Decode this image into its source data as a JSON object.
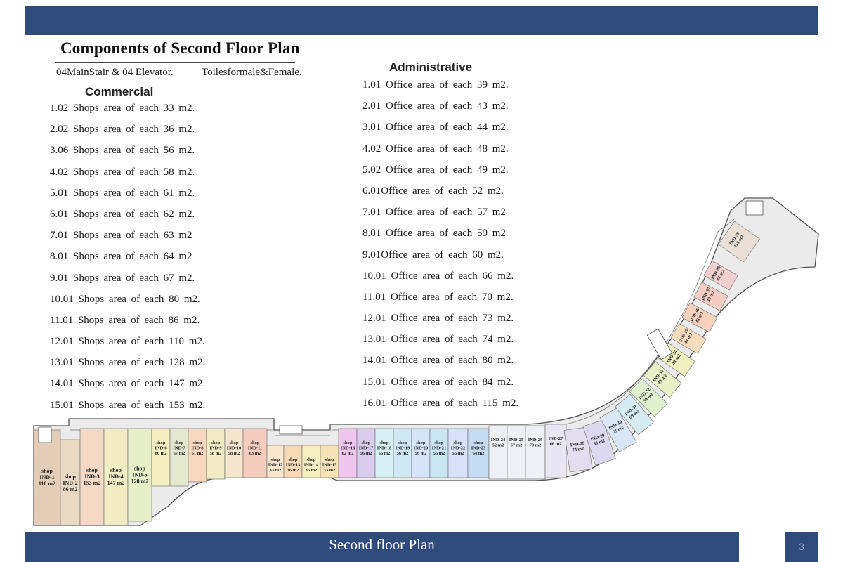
{
  "title": "Components of Second Floor Plan",
  "general": {
    "stairs": "04MainStair & 04 Elevator.",
    "toilets": "Toilesformale&Female."
  },
  "commercial": {
    "heading": "Commercial",
    "items": [
      "1.02 Shops area of each 33 m2.",
      "2.02 Shops area of each 36 m2.",
      "3.06 Shops area of each 56 m2.",
      "4.02 Shops area of each 58 m2.",
      "5.01 Shops area of each 61 m2.",
      "6.01 Shops area of each 62 m2.",
      "7.01 Shops area of each 63 m2",
      "8.01 Shops area of each 64 m2",
      "9.01 Shops area of each 67 m2.",
      "10.01 Shops area of each 80 m2.",
      "11.01 Shops area of each 86 m2.",
      "12.01 Shops area of each 110 m2.",
      "13.01 Shops area of each 128 m2.",
      "14.01 Shops area of each 147 m2.",
      "15.01 Shops area of each 153 m2."
    ]
  },
  "administrative": {
    "heading": "Administrative",
    "items": [
      "1.01 Office area of each 39 m2.",
      "2.01 Office area of each 43 m2.",
      "3.01 Office area of each 44 m2.",
      "4.02 Office area of each 48 m2.",
      "5.02 Office area of each 49 m2.",
      "6.01Office area of each 52 m2.",
      "7.01 Office area of each 57 m2",
      "8.01 Office area of each 59 m2",
      "9.01Office area of each 60 m2.",
      "10.01 Office area of each 66 m2.",
      "11.01 Office area of each 70 m2.",
      "12.01 Office area of each 73 m2.",
      "13.01 Office area of each 74 m2.",
      "14.01 Office area of each 80 m2.",
      "15.01 Office area of each 84 m2.",
      "16.01 Office area of each 115 m2."
    ]
  },
  "plan_units": [
    {
      "name": "shop",
      "id": "IND-1",
      "area": "110 m2",
      "color": "#e3cdb9"
    },
    {
      "name": "shop",
      "id": "IND-2",
      "area": "86 m2",
      "color": "#e8d8c4"
    },
    {
      "name": "shop",
      "id": "IND-3",
      "area": "153 m2",
      "color": "#f5d9c6"
    },
    {
      "name": "shop",
      "id": "IND-4",
      "area": "147 m2",
      "color": "#f1ecc4"
    },
    {
      "name": "shop",
      "id": "IND-5",
      "area": "128 m2",
      "color": "#e6efc8"
    },
    {
      "name": "shop",
      "id": "IND-6",
      "area": "80 m2",
      "color": "#f4eec0"
    },
    {
      "name": "shop",
      "id": "IND-7",
      "area": "67 m2",
      "color": "#e3e8cf"
    },
    {
      "name": "shop",
      "id": "IND-8",
      "area": "61 m2",
      "color": "#f7d7bd"
    },
    {
      "name": "shop",
      "id": "IND-9",
      "area": "58 m2",
      "color": "#f2ecc6"
    },
    {
      "name": "shop",
      "id": "IND-10",
      "area": "58 m2",
      "color": "#f6e6cf"
    },
    {
      "name": "shop",
      "id": "IND-11",
      "area": "63 m2",
      "color": "#f5cdbf"
    },
    {
      "name": "shop",
      "id": "IND-12",
      "area": "33 m2",
      "color": "#f9e6cf"
    },
    {
      "name": "shop",
      "id": "IND-13",
      "area": "36 m2",
      "color": "#f7d9b5"
    },
    {
      "name": "shop",
      "id": "IND-14",
      "area": "36 m2",
      "color": "#f8efc0"
    },
    {
      "name": "shop",
      "id": "IND-15",
      "area": "33 m2",
      "color": "#f5e3b6"
    },
    {
      "name": "shop",
      "id": "IND-16",
      "area": "62 m2",
      "color": "#f0c6ef"
    },
    {
      "name": "shop",
      "id": "IND-17",
      "area": "56 m2",
      "color": "#d9cdee"
    },
    {
      "name": "shop",
      "id": "IND-18",
      "area": "56 m2",
      "color": "#d8f0f3"
    },
    {
      "name": "shop",
      "id": "IND-19",
      "area": "56 m2",
      "color": "#cfe8f3"
    },
    {
      "name": "shop",
      "id": "IND-20",
      "area": "56 m2",
      "color": "#d6e4f7"
    },
    {
      "name": "shop",
      "id": "IND-21",
      "area": "56 m2",
      "color": "#cbe6f3"
    },
    {
      "name": "shop",
      "id": "IND-22",
      "area": "56 m2",
      "color": "#d7e1f7"
    },
    {
      "name": "shop",
      "id": "IND-23",
      "area": "64 m2",
      "color": "#c6dcf3"
    },
    {
      "name": "",
      "id": "IND-24",
      "area": "52 m2",
      "color": "#eef0f5"
    },
    {
      "name": "",
      "id": "IND-25",
      "area": "57 m2",
      "color": "#eef0f5"
    },
    {
      "name": "",
      "id": "IND-26",
      "area": "70 m2",
      "color": "#eef0f5"
    },
    {
      "name": "",
      "id": "IND-27",
      "area": "66 m2",
      "color": "#e8e6f2"
    },
    {
      "name": "",
      "id": "IND-28",
      "area": "74 m2",
      "color": "#e3ddf0"
    },
    {
      "name": "",
      "id": "IND-29",
      "area": "80 m2",
      "color": "#dcd8ef"
    },
    {
      "name": "",
      "id": "IND-30",
      "area": "73 m2",
      "color": "#d9e6f5"
    },
    {
      "name": "",
      "id": "IND-31",
      "area": "60 m2",
      "color": "#d6ecf2"
    },
    {
      "name": "",
      "id": "IND-32",
      "area": "59 m2",
      "color": "#dff0ce"
    },
    {
      "name": "",
      "id": "IND-33",
      "area": "49 m2",
      "color": "#e9efc6"
    },
    {
      "name": "",
      "id": "IND-34",
      "area": "48 m2",
      "color": "#eef0bf"
    },
    {
      "name": "",
      "id": "IND-35",
      "area": "44 m2",
      "color": "#f7ddbd"
    },
    {
      "name": "",
      "id": "IND-36",
      "area": "43 m2",
      "color": "#f6d2bd"
    },
    {
      "name": "",
      "id": "IND-37",
      "area": "39 m2",
      "color": "#f3ccc4"
    },
    {
      "name": "",
      "id": "IND-38",
      "area": "84 m2",
      "color": "#f2cfcf"
    },
    {
      "name": "",
      "id": "IND-39",
      "area": "115 m2",
      "color": "#eadfd5"
    }
  ],
  "footer": {
    "title": "Second floor Plan",
    "page": "3"
  },
  "colors": {
    "band": "#2f4b7c",
    "corridor": "#e9e9e9",
    "wall": "#555555"
  }
}
